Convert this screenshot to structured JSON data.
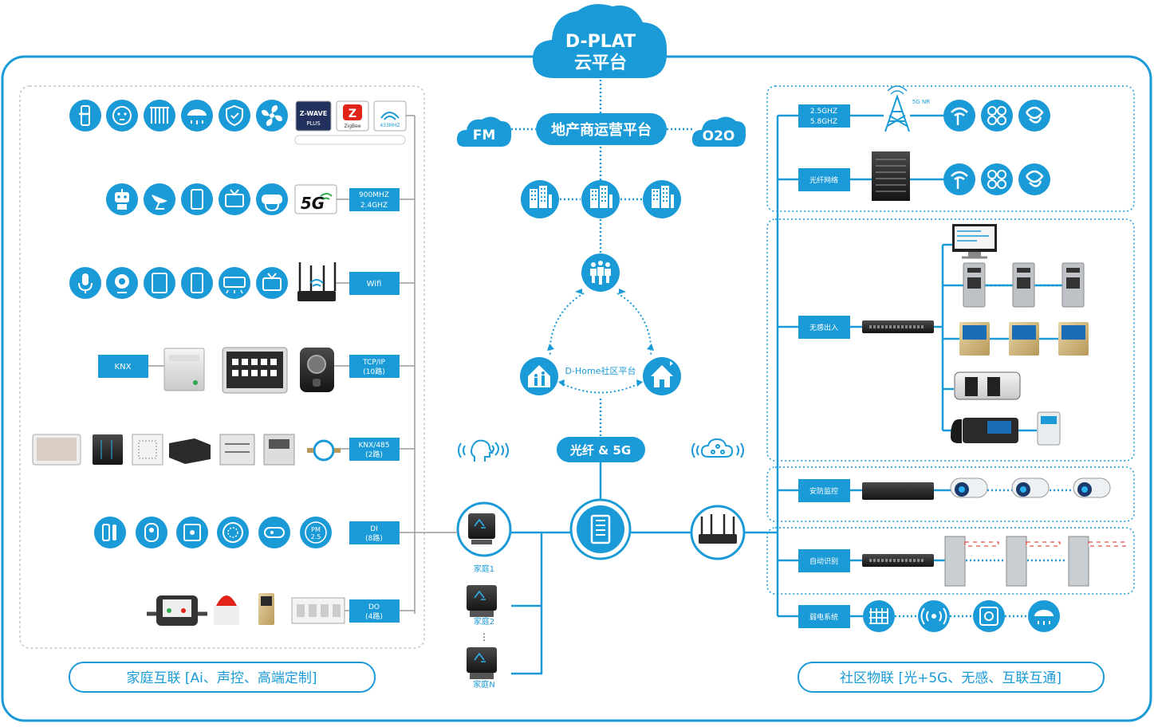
{
  "cloud": {
    "line1": "D-PLAT",
    "line2": "云平台"
  },
  "top_platform": {
    "label": "地产商运营平台",
    "left_badge": "FM",
    "right_badge": "O2O"
  },
  "center": {
    "platform_label": "D-Home社区平台",
    "link_label": "光纤 & 5G",
    "home_labels": [
      "家庭1",
      "家庭2",
      "家庭N"
    ]
  },
  "left_panel": {
    "caption": "家庭互联 [Ai、声控、高端定制]",
    "rows": [
      {
        "tag": "",
        "icons": [
          "door-lock-icon",
          "socket-icon",
          "curtain-icon",
          "ceiling-light-icon",
          "security-shield-icon",
          "fan-icon"
        ],
        "protocols": [
          "Z-WAVE PLUS",
          "ZigBee",
          "433MHZ"
        ]
      },
      {
        "tag": "900MHZ 2.4GHZ",
        "icons": [
          "robot-icon",
          "satellite-dish-icon",
          "phone-icon",
          "tv-icon",
          "vr-headset-icon"
        ],
        "badge": "5G"
      },
      {
        "tag": "Wifi",
        "icons": [
          "microphone-icon",
          "camera-icon",
          "tablet-icon",
          "phone-icon",
          "air-conditioner-icon",
          "tv-icon"
        ]
      },
      {
        "tag": "TCP/IP (10路)",
        "left_tag": "KNX"
      },
      {
        "tag": "KNX/485 (2路)"
      },
      {
        "tag": "DI (8路)",
        "icons": [
          "door-sensor-icon",
          "pir-sensor-icon",
          "smart-switch-icon",
          "smoke-detector-icon",
          "gas-detector-icon",
          "pm25-sensor-icon"
        ],
        "pm_label": "PM 2.5"
      },
      {
        "tag": "DO (4路)"
      }
    ]
  },
  "right_panel": {
    "caption": "社区物联 [光+5G、无感、互联互通]",
    "network": {
      "wireless_tag": "2.5GHZ 5.8GHZ",
      "tower_label": "5G NR",
      "fiber_tag": "光纤网络",
      "carriers": [
        "china-telecom-icon",
        "china-unicom-icon",
        "china-mobile-icon"
      ]
    },
    "access_tag": "无感出入",
    "security_tag": "安防监控",
    "auto_id_tag": "自动识别",
    "weak_current_tag": "弱电系统",
    "weak_current_icons": [
      "grid-network-icon",
      "wireless-signal-icon",
      "safe-box-icon",
      "ceiling-light-icon"
    ]
  },
  "colors": {
    "primary": "#1a9ad6",
    "dark": "#0d73b6",
    "line": "#1a9ad6",
    "panel_border": "#c9c9c9"
  }
}
